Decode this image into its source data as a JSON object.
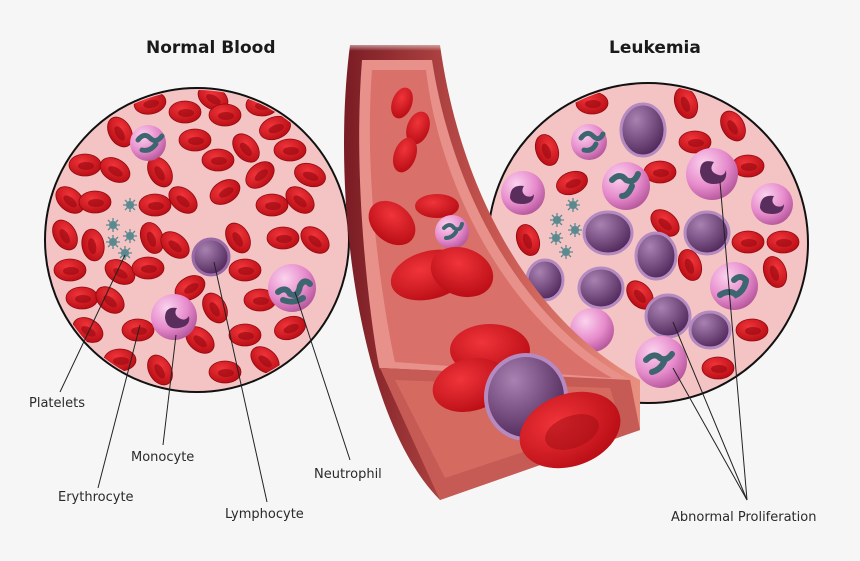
{
  "titles": {
    "left": "Normal Blood",
    "right": "Leukemia"
  },
  "labels": {
    "platelets": "Platelets",
    "erythrocyte": "Erythrocyte",
    "monocyte": "Monocyte",
    "lymphocyte": "Lymphocyte",
    "neutrophil": "Neutrophil",
    "abnormal": "Abnormal Proliferation"
  },
  "colors": {
    "background": "#f6f6f6",
    "circle_fill": "#f4c4c4",
    "rbc": "#d8141c",
    "rbc_dark": "#9e0a10",
    "wbc_pink": "#e98fc8",
    "lymph_purple": "#7a4a86",
    "nucleus_teal": "#3e6670",
    "vessel_outer": "#b0484a",
    "vessel_inner": "#e8908a"
  }
}
